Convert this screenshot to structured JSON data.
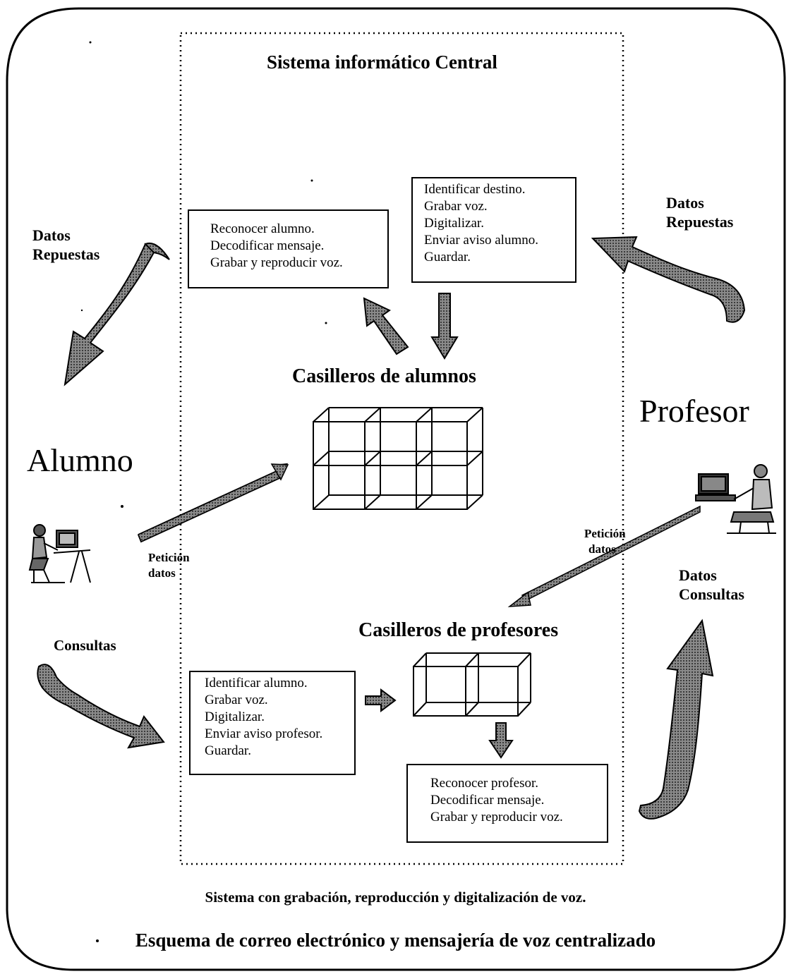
{
  "central_title": "Sistema informático Central",
  "left_actor": {
    "name": "Alumno",
    "top_label": [
      "Datos",
      "Repuestas"
    ],
    "request_label": [
      "Petición",
      "datos"
    ],
    "bottom_label": "Consultas"
  },
  "right_actor": {
    "name": "Profesor",
    "top_label": [
      "Datos",
      "Repuestas"
    ],
    "request_label": [
      "Petición",
      "datos"
    ],
    "bottom_label": [
      "Datos",
      "Consultas"
    ]
  },
  "boxes": {
    "recognize_student": [
      "Reconocer alumno.",
      "Decodificar mensaje.",
      "Grabar y reproducir voz."
    ],
    "identify_destination": [
      "Identificar destino.",
      "Grabar voz.",
      "Digitalizar.",
      "Enviar aviso alumno.",
      "Guardar."
    ],
    "identify_student": [
      "Identificar alumno.",
      "Grabar voz.",
      "Digitalizar.",
      "Enviar aviso profesor.",
      "Guardar."
    ],
    "recognize_teacher": [
      "Reconocer profesor.",
      "Decodificar mensaje.",
      "Grabar y reproducir voz."
    ]
  },
  "student_lockers_title": "Casilleros de alumnos",
  "teacher_lockers_title": "Casilleros de profesores",
  "caption_system": "Sistema con grabación, reproducción y digitalización de voz.",
  "caption_title": "Esquema de correo electrónico y mensajería de voz centralizado",
  "colors": {
    "arrow_fill": "#7a7a7a",
    "line": "#000000",
    "background": "#ffffff"
  }
}
